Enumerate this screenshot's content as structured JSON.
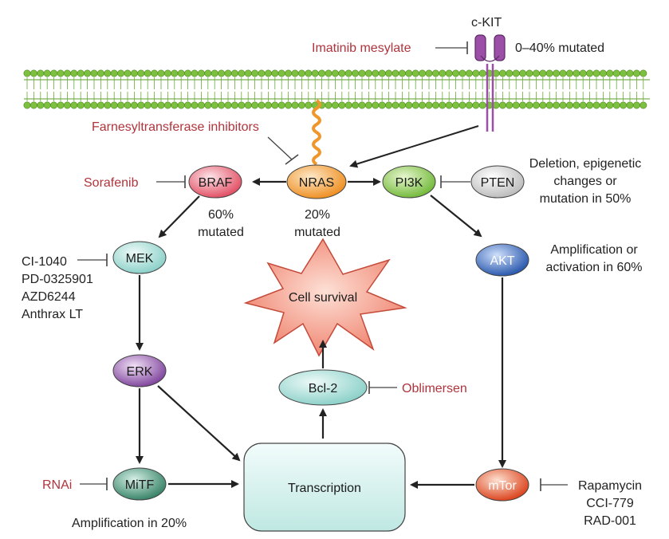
{
  "receptor": {
    "name": "c-KIT",
    "mutation_note": "0–40% mutated",
    "inhibitor": "Imatinib mesylate"
  },
  "nras": {
    "name": "NRAS",
    "note_line1": "20%",
    "note_line2": "mutated",
    "inhibitor": "Farnesyltransferase inhibitors"
  },
  "braf": {
    "name": "BRAF",
    "note_line1": "60%",
    "note_line2": "mutated",
    "inhibitor": "Sorafenib"
  },
  "pi3k": {
    "name": "PI3K"
  },
  "pten": {
    "name": "PTEN",
    "note_line1": "Deletion, epigenetic",
    "note_line2": "changes or",
    "note_line3": "mutation in 50%"
  },
  "mek": {
    "name": "MEK",
    "inhibitors": [
      "CI-1040",
      "PD-0325901",
      "AZD6244",
      "Anthrax LT"
    ]
  },
  "akt": {
    "name": "AKT",
    "note_line1": "Amplification or",
    "note_line2": "activation in 60%"
  },
  "cell_survival": {
    "label": "Cell survival"
  },
  "erk": {
    "name": "ERK"
  },
  "bcl2": {
    "name": "Bcl-2",
    "inhibitor": "Oblimersen"
  },
  "mitf": {
    "name": "MiTF",
    "inhibitor": "RNAi",
    "note": "Amplification in 20%"
  },
  "transcription": {
    "label": "Transcription"
  },
  "mtor": {
    "name": "mTor",
    "inhibitors": [
      "Rapamycin",
      "CCI-779",
      "RAD-001"
    ]
  },
  "colors": {
    "inhibitor_text": "#b0343c",
    "membrane": "#7dbf3f",
    "braf": "#e8556a",
    "nras": "#f0962a",
    "pi3k": "#7dc242",
    "pten": "#c8c8c8",
    "mek_erk_teal": "#9fd8d2",
    "akt": "#2a5cb8",
    "erk": "#8a4fa8",
    "mitf": "#3c8c6e",
    "mtor": "#e5461c",
    "starburst": "#f28a78",
    "transcription": "#cdeeea"
  }
}
